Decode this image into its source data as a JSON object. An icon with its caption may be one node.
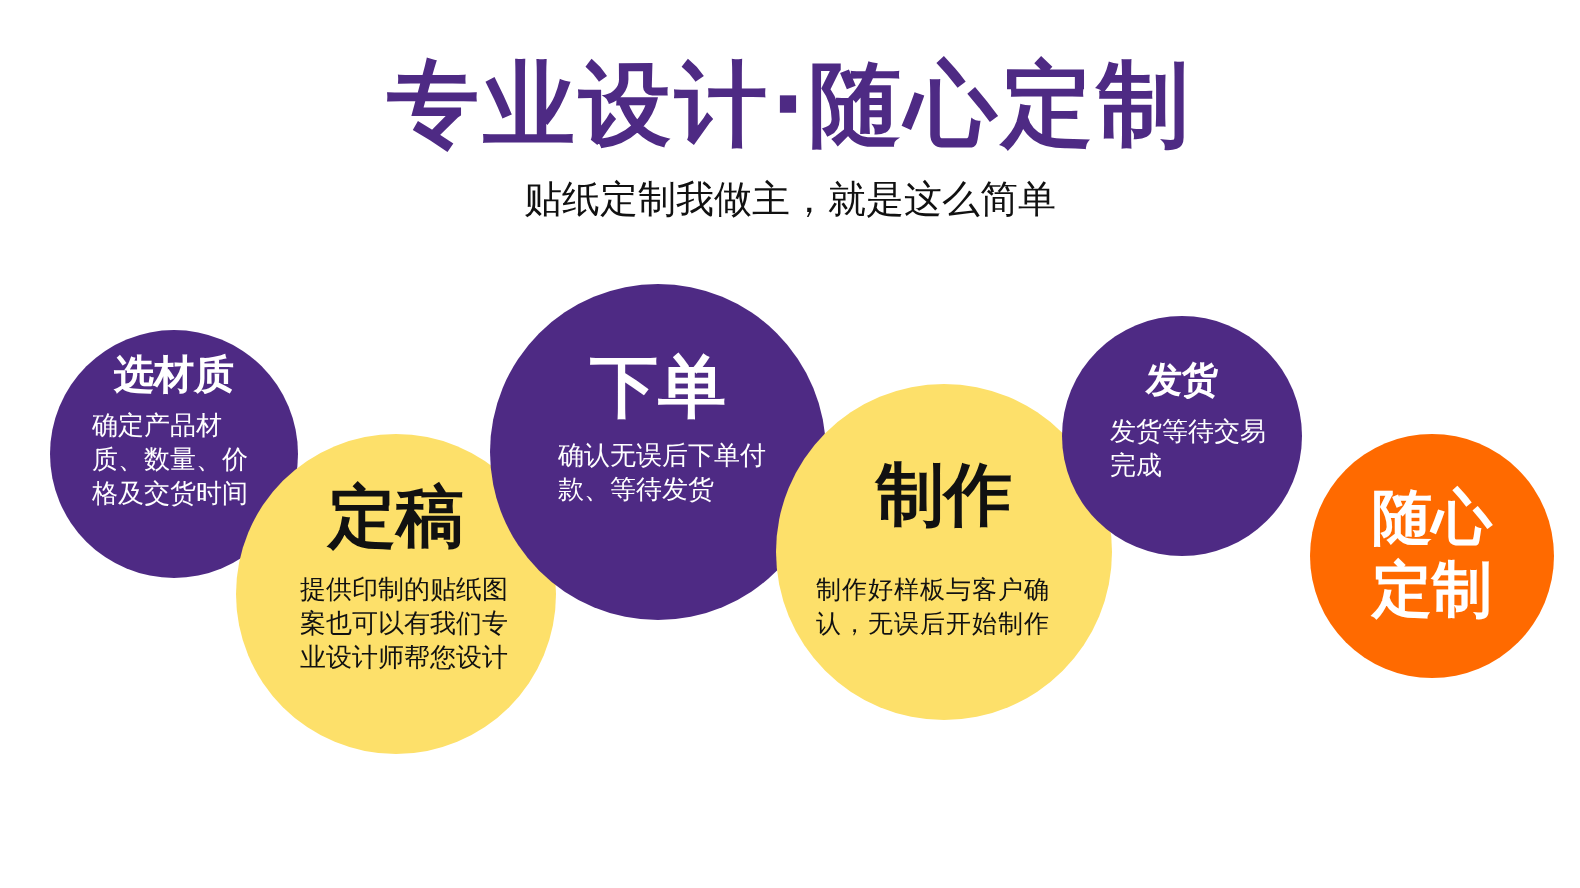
{
  "diagram": {
    "title": "专业设计·随心定制",
    "nodes": [
      {
        "text": [
          "选材质",
          "确定产品材质、数量、价格及交货时间"
        ]
      },
      {
        "text": [
          "定稿",
          "提供印制的贴纸图案也可以有我们专业设计师帮您设计"
        ]
      },
      {
        "text": [
          "下单",
          "确认无误后下单付款、等待发货"
        ]
      },
      {
        "text": [
          "制作",
          "制作好样板与客户确认，无误后开始制作"
        ]
      },
      {
        "text": [
          "发货",
          "发货等待交易完成"
        ]
      },
      {
        "text": [
          "随心定制"
        ]
      }
    ],
    "edges": [],
    "labels": [
      "贴纸定制我做主，就是这么简单"
    ]
  }
}
